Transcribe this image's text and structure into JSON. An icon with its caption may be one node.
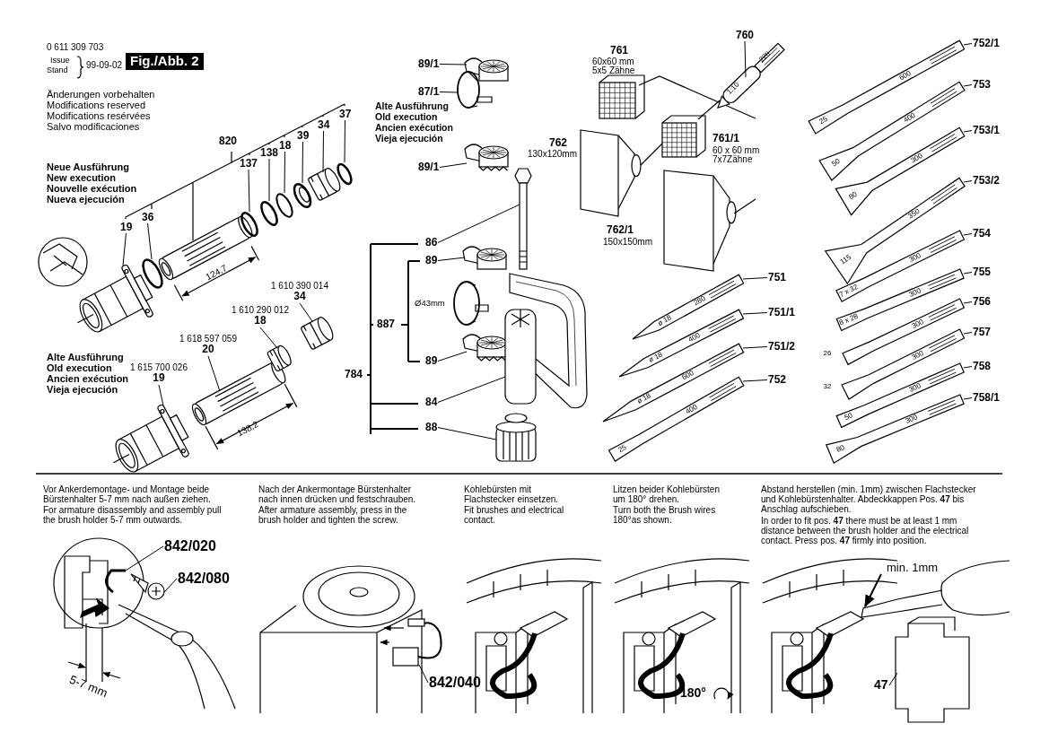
{
  "diagram": {
    "nodes": [
      {
        "text": [
          "19"
        ]
      },
      {
        "text": [
          "36"
        ]
      },
      {
        "text": [
          "137"
        ]
      },
      {
        "text": [
          "138"
        ]
      },
      {
        "text": [
          "18"
        ]
      },
      {
        "text": [
          "39"
        ]
      },
      {
        "text": [
          "34"
        ]
      },
      {
        "text": [
          "37"
        ]
      },
      {
        "text": [
          "34"
        ],
        "beside": [
          "1 610 390 014"
        ]
      },
      {
        "text": [
          "18"
        ],
        "beside": [
          "1 610 290 012"
        ]
      },
      {
        "text": [
          "20"
        ],
        "beside": [
          "1 618 597 059"
        ]
      },
      {
        "text": [
          "19"
        ],
        "beside": [
          "1 615 700 026"
        ]
      },
      {
        "text": [
          "89/1"
        ]
      },
      {
        "text": [
          "87/1"
        ]
      },
      {
        "text": [
          "89/1"
        ]
      },
      {
        "text": [
          "86"
        ]
      },
      {
        "text": [
          "89"
        ]
      },
      {
        "text": [
          "89"
        ]
      },
      {
        "text": [
          "84"
        ]
      },
      {
        "text": [
          "88"
        ]
      },
      {
        "text": [
          "760"
        ]
      },
      {
        "text": [
          "752/1"
        ]
      },
      {
        "text": [
          "753"
        ]
      },
      {
        "text": [
          "753/1"
        ]
      },
      {
        "text": [
          "753/2"
        ]
      },
      {
        "text": [
          "754"
        ]
      },
      {
        "text": [
          "755"
        ]
      },
      {
        "text": [
          "756"
        ]
      },
      {
        "text": [
          "757"
        ]
      },
      {
        "text": [
          "758"
        ]
      },
      {
        "text": [
          "758/1"
        ]
      },
      {
        "text": [
          "751"
        ]
      },
      {
        "text": [
          "751/1"
        ]
      },
      {
        "text": [
          "751/2"
        ]
      },
      {
        "text": [
          "752"
        ]
      },
      {
        "text": [
          "842/020"
        ]
      },
      {
        "text": [
          "842/080"
        ]
      },
      {
        "text": [
          "842/040"
        ]
      },
      {
        "text": [
          "47"
        ]
      },
      {
        "text": [],
        "shape": "picture"
      },
      {
        "text": [],
        "shape": "circle"
      },
      {
        "text": [],
        "shape": "circle"
      },
      {
        "text": [],
        "shape": "circle"
      },
      {
        "text": [],
        "shape": "circle"
      },
      {
        "text": [],
        "shape": "picture"
      },
      {
        "text": [],
        "shape": "picture"
      },
      {
        "text": [],
        "shape": "circle"
      },
      {
        "text": [],
        "shape": "picture"
      },
      {
        "text": [],
        "shape": "picture"
      },
      {
        "text": [],
        "shape": "picture"
      },
      {
        "text": [],
        "shape": "picture"
      },
      {
        "text": [],
        "shape": "picture"
      },
      {
        "text": [],
        "shape": "circle"
      },
      {
        "text": [],
        "shape": "picture"
      },
      {
        "text": [],
        "shape": "picture"
      },
      {
        "text": [],
        "shape": "picture"
      },
      {
        "text": [],
        "shape": "picture"
      },
      {
        "text": [],
        "shape": "picture"
      },
      {
        "text": [],
        "shape": "picture"
      },
      {
        "text": [],
        "shape": "picture"
      },
      {
        "text": [],
        "shape": "picture"
      },
      {
        "text": [],
        "shape": "picture"
      },
      {
        "text": [],
        "shape": "picture"
      },
      {
        "text": [],
        "shape": "picture"
      },
      {
        "text": [],
        "shape": "picture"
      },
      {
        "text": [],
        "shape": "picture"
      },
      {
        "text": [],
        "shape": "picture"
      },
      {
        "text": [],
        "shape": "picture"
      },
      {
        "text": [],
        "shape": "picture"
      },
      {
        "text": [],
        "shape": "picture"
      },
      {
        "text": [],
        "shape": "picture"
      },
      {
        "text": [],
        "shape": "picture"
      },
      {
        "text": [],
        "shape": "picture"
      },
      {
        "text": [],
        "shape": "picture"
      },
      {
        "text": [],
        "shape": "picture"
      },
      {
        "text": [],
        "shape": "picture"
      },
      {
        "text": [],
        "shape": "picture"
      },
      {
        "text": [],
        "shape": "picture"
      }
    ],
    "edges": [
      {
        "from": 0,
        "to": 39,
        "arrow": "none"
      },
      {
        "from": 1,
        "to": 40,
        "arrow": "none"
      },
      {
        "from": 2,
        "to": 41,
        "arrow": "none"
      },
      {
        "from": 3,
        "to": 42,
        "arrow": "none"
      },
      {
        "from": 4,
        "to": 43,
        "arrow": "none"
      },
      {
        "from": 5,
        "to": 44,
        "arrow": "none"
      },
      {
        "from": 6,
        "to": 45,
        "arrow": "none"
      },
      {
        "from": 7,
        "to": 46,
        "arrow": "none"
      },
      {
        "from": 8,
        "to": 47,
        "arrow": "none"
      },
      {
        "from": 9,
        "to": 48,
        "arrow": "none"
      },
      {
        "from": 10,
        "to": 49,
        "arrow": "none"
      },
      {
        "from": 11,
        "to": 50,
        "arrow": "none"
      },
      {
        "from": 12,
        "to": 51,
        "arrow": "none"
      },
      {
        "from": 13,
        "to": 52,
        "arrow": "none"
      },
      {
        "from": 14,
        "to": 53,
        "arrow": "none"
      },
      {
        "from": 15,
        "to": 54,
        "arrow": "none"
      },
      {
        "from": 16,
        "to": 55,
        "arrow": "none"
      },
      {
        "from": 17,
        "to": 56,
        "arrow": "none"
      },
      {
        "from": 18,
        "to": 57,
        "arrow": "none"
      },
      {
        "from": 19,
        "to": 58,
        "arrow": "none"
      },
      {
        "from": 20,
        "to": 59,
        "arrow": "none"
      },
      {
        "from": 21,
        "to": 60,
        "arrow": "none"
      },
      {
        "from": 22,
        "to": 61,
        "arrow": "none"
      },
      {
        "from": 23,
        "to": 62,
        "arrow": "none"
      },
      {
        "from": 24,
        "to": 63,
        "arrow": "none"
      },
      {
        "from": 25,
        "to": 64,
        "arrow": "none"
      },
      {
        "from": 26,
        "to": 65,
        "arrow": "none"
      },
      {
        "from": 27,
        "to": 66,
        "arrow": "none"
      },
      {
        "from": 28,
        "to": 67,
        "arrow": "none"
      },
      {
        "from": 29,
        "to": 68,
        "arrow": "none"
      },
      {
        "from": 30,
        "to": 69,
        "arrow": "none"
      },
      {
        "from": 31,
        "to": 70,
        "arrow": "none"
      },
      {
        "from": 32,
        "to": 71,
        "arrow": "none"
      },
      {
        "from": 33,
        "to": 72,
        "arrow": "none"
      },
      {
        "from": 34,
        "to": 73,
        "arrow": "none"
      },
      {
        "from": 35,
        "to": 74,
        "arrow": "none"
      },
      {
        "from": 36,
        "to": 75,
        "arrow": "none"
      },
      {
        "from": 37,
        "to": 76,
        "arrow": "none"
      },
      {
        "from": 38,
        "to": 77,
        "arrow": "none"
      }
    ],
    "labels": [
      "0 611 309 703",
      "Issue",
      "Stand",
      "99-09-02",
      "Fig./Abb. 2",
      "Änderungen vorbehalten",
      "Modifications reserved",
      "Modifications resérvées",
      "Salvo modificaciones",
      "820",
      "Neue Ausführung",
      "New execution",
      "Nouvelle exécution",
      "Nueva ejecución",
      "124,7",
      "Alte Ausführung",
      "Old execution",
      "Ancien exécution",
      "Vieja ejecución",
      "138,2",
      "Alte Ausführung",
      "Old execution",
      "Ancien exécution",
      "Vieja ejecución",
      "Ø43mm",
      "887",
      "784",
      "761",
      "60x60 mm",
      "5x5 Zähne",
      "762",
      "130x120mm",
      "761/1",
      "60 x 60 mm",
      "7x7Zähne",
      "762/1",
      "150x150mm",
      "1:10",
      "220",
      "600",
      "25",
      "400",
      "50",
      "300",
      "80",
      "350",
      "115",
      "300",
      "7 x 32",
      "300",
      "8 x 28",
      "300",
      "26",
      "300",
      "32",
      "300",
      "50",
      "300",
      "80",
      "280",
      "ø 18",
      "400",
      "ø 18",
      "600",
      "ø 18",
      "400",
      "25",
      "Vor Ankerdemontage- und Montage beide Bürstenhalter 5-7 mm nach außen ziehen.",
      "For armature disassembly and assembly pull the brush holder 5-7 mm outwards.",
      "Nach der Ankermontage Bürstenhalter nach innen drücken und festschrauben.",
      "After armature assembly, press in the brush holder and tighten the screw.",
      "Kohlebürsten mit Flachstecker einsetzen.",
      "Fit brushes and electrical contact.",
      "Litzen beider Kohlebürsten um 180° drehen.",
      "Turn both the Brush wires 180°as shown.",
      "Abstand herstellen (min. 1mm) zwischen Flachstecker und Kohlebürstenhalter. Abdeckkappen Pos. **47** bis Anschlag aufschieben.",
      "In order to fit pos. **47** there must be at least 1 mm distance between the brush holder and the electrical contact. Press pos. **47** firmly into position.",
      "5-7 mm",
      "180°",
      "min. 1mm"
    ]
  }
}
